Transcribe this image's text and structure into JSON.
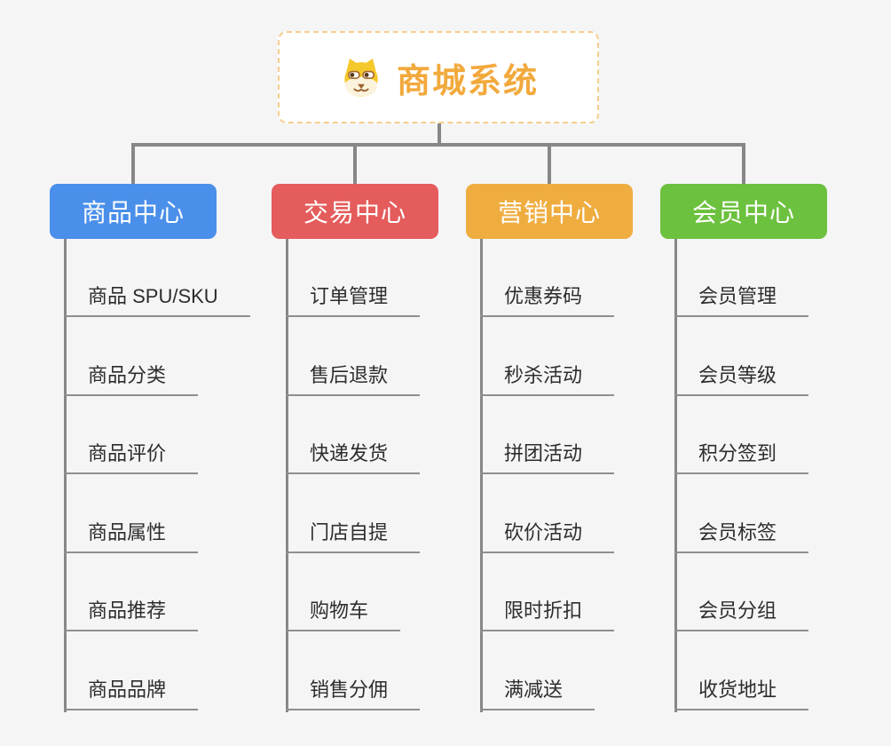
{
  "root": {
    "title": "商城系统",
    "icon": "shiba-dog-icon"
  },
  "colors": {
    "background": "#F5F5F6",
    "connector": "#878787",
    "root_title": "#F2A93C",
    "root_border": "#F6CE8E",
    "leaf_text": "#2D2D2D",
    "leaf_line": "#8F8F8F"
  },
  "branches": [
    {
      "label": "商品中心",
      "color": "#4A8FEA",
      "items": [
        "商品 SPU/SKU",
        "商品分类",
        "商品评价",
        "商品属性",
        "商品推荐",
        "商品品牌"
      ]
    },
    {
      "label": "交易中心",
      "color": "#E45C5B",
      "items": [
        "订单管理",
        "售后退款",
        "快递发货",
        "门店自提",
        "购物车",
        "销售分佣"
      ]
    },
    {
      "label": "营销中心",
      "color": "#EFAD40",
      "items": [
        "优惠券码",
        "秒杀活动",
        "拼团活动",
        "砍价活动",
        "限时折扣",
        "满减送"
      ]
    },
    {
      "label": "会员中心",
      "color": "#6CC13E",
      "items": [
        "会员管理",
        "会员等级",
        "积分签到",
        "会员标签",
        "会员分组",
        "收货地址"
      ]
    }
  ]
}
